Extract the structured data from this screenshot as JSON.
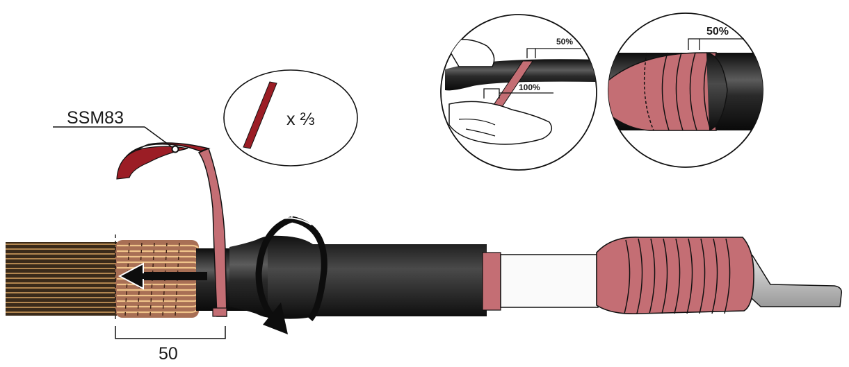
{
  "labels": {
    "tape_code": "SSM83",
    "length": "50",
    "multiplier": "x ⅔",
    "overlap_half_small": "50%",
    "overlap_full": "100%",
    "overlap_half_large": "50%"
  },
  "colors": {
    "tape": "#c46e74",
    "tape_dark": "#9b1d25",
    "cable": "#1d1d1d",
    "conductor": "#c98a4b",
    "lug": "#bdbdbd",
    "outline": "#111111"
  },
  "icons": {
    "rotation": "rotation-arrow-icon",
    "direction": "left-arrow-icon"
  }
}
